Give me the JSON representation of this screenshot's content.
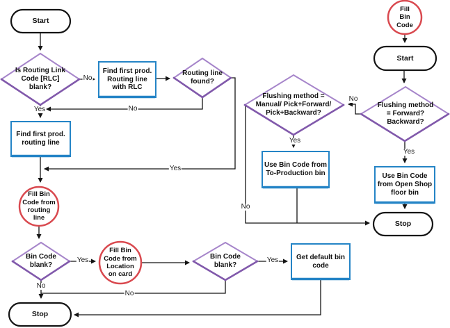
{
  "colors": {
    "diamond_border": "#a685ca",
    "diamond_shadow": "#8159ab",
    "process_border": "#2484c6",
    "subprocess_border": "#d9494f",
    "terminator_border": "#141414",
    "line": "#141414"
  },
  "nodes": {
    "start_left": {
      "label": "Start"
    },
    "rlc_blank": {
      "label": "Is Routing Link\nCode [RLC]\nblank?"
    },
    "find_with_rlc": {
      "label": "Find first prod.\nRouting line\nwith RLC"
    },
    "routing_found": {
      "label": "Routing line\nfound?"
    },
    "find_routing": {
      "label": "Find first prod.\nrouting line"
    },
    "fill_from_routing": {
      "label": "Fill Bin\nCode from\nrouting\nline"
    },
    "bin_blank_1": {
      "label": "Bin Code\nblank?"
    },
    "fill_from_location": {
      "label": "Fill Bin\nCode from\nLocation\non card"
    },
    "bin_blank_2": {
      "label": "Bin Code\nblank?"
    },
    "get_default_bin": {
      "label": "Get default bin\ncode"
    },
    "stop_left": {
      "label": "Stop"
    },
    "fill_bin_code": {
      "label": "Fill\nBin\nCode"
    },
    "start_right": {
      "label": "Start"
    },
    "flush_forward": {
      "label": "Flushing method\n= Forward?\nBackward?"
    },
    "flush_manual": {
      "label": "Flushing method =\nManual/ Pick+Forward/\nPick+Backward?"
    },
    "use_to_production": {
      "label": "Use Bin Code from\nTo-Production bin"
    },
    "use_open_shop": {
      "label": "Use Bin Code\nfrom Open Shop\nfloor bin"
    },
    "stop_right": {
      "label": "Stop"
    }
  },
  "edge_labels": {
    "rlc_no": "No",
    "rlc_yes": "Yes",
    "found_no": "No",
    "found_yes": "Yes",
    "bin1_yes": "Yes",
    "bin1_no": "No",
    "bin2_yes": "Yes",
    "bin2_no": "No",
    "manual_yes": "Yes",
    "manual_no": "No",
    "forward_yes": "Yes",
    "forward_no": "No"
  }
}
